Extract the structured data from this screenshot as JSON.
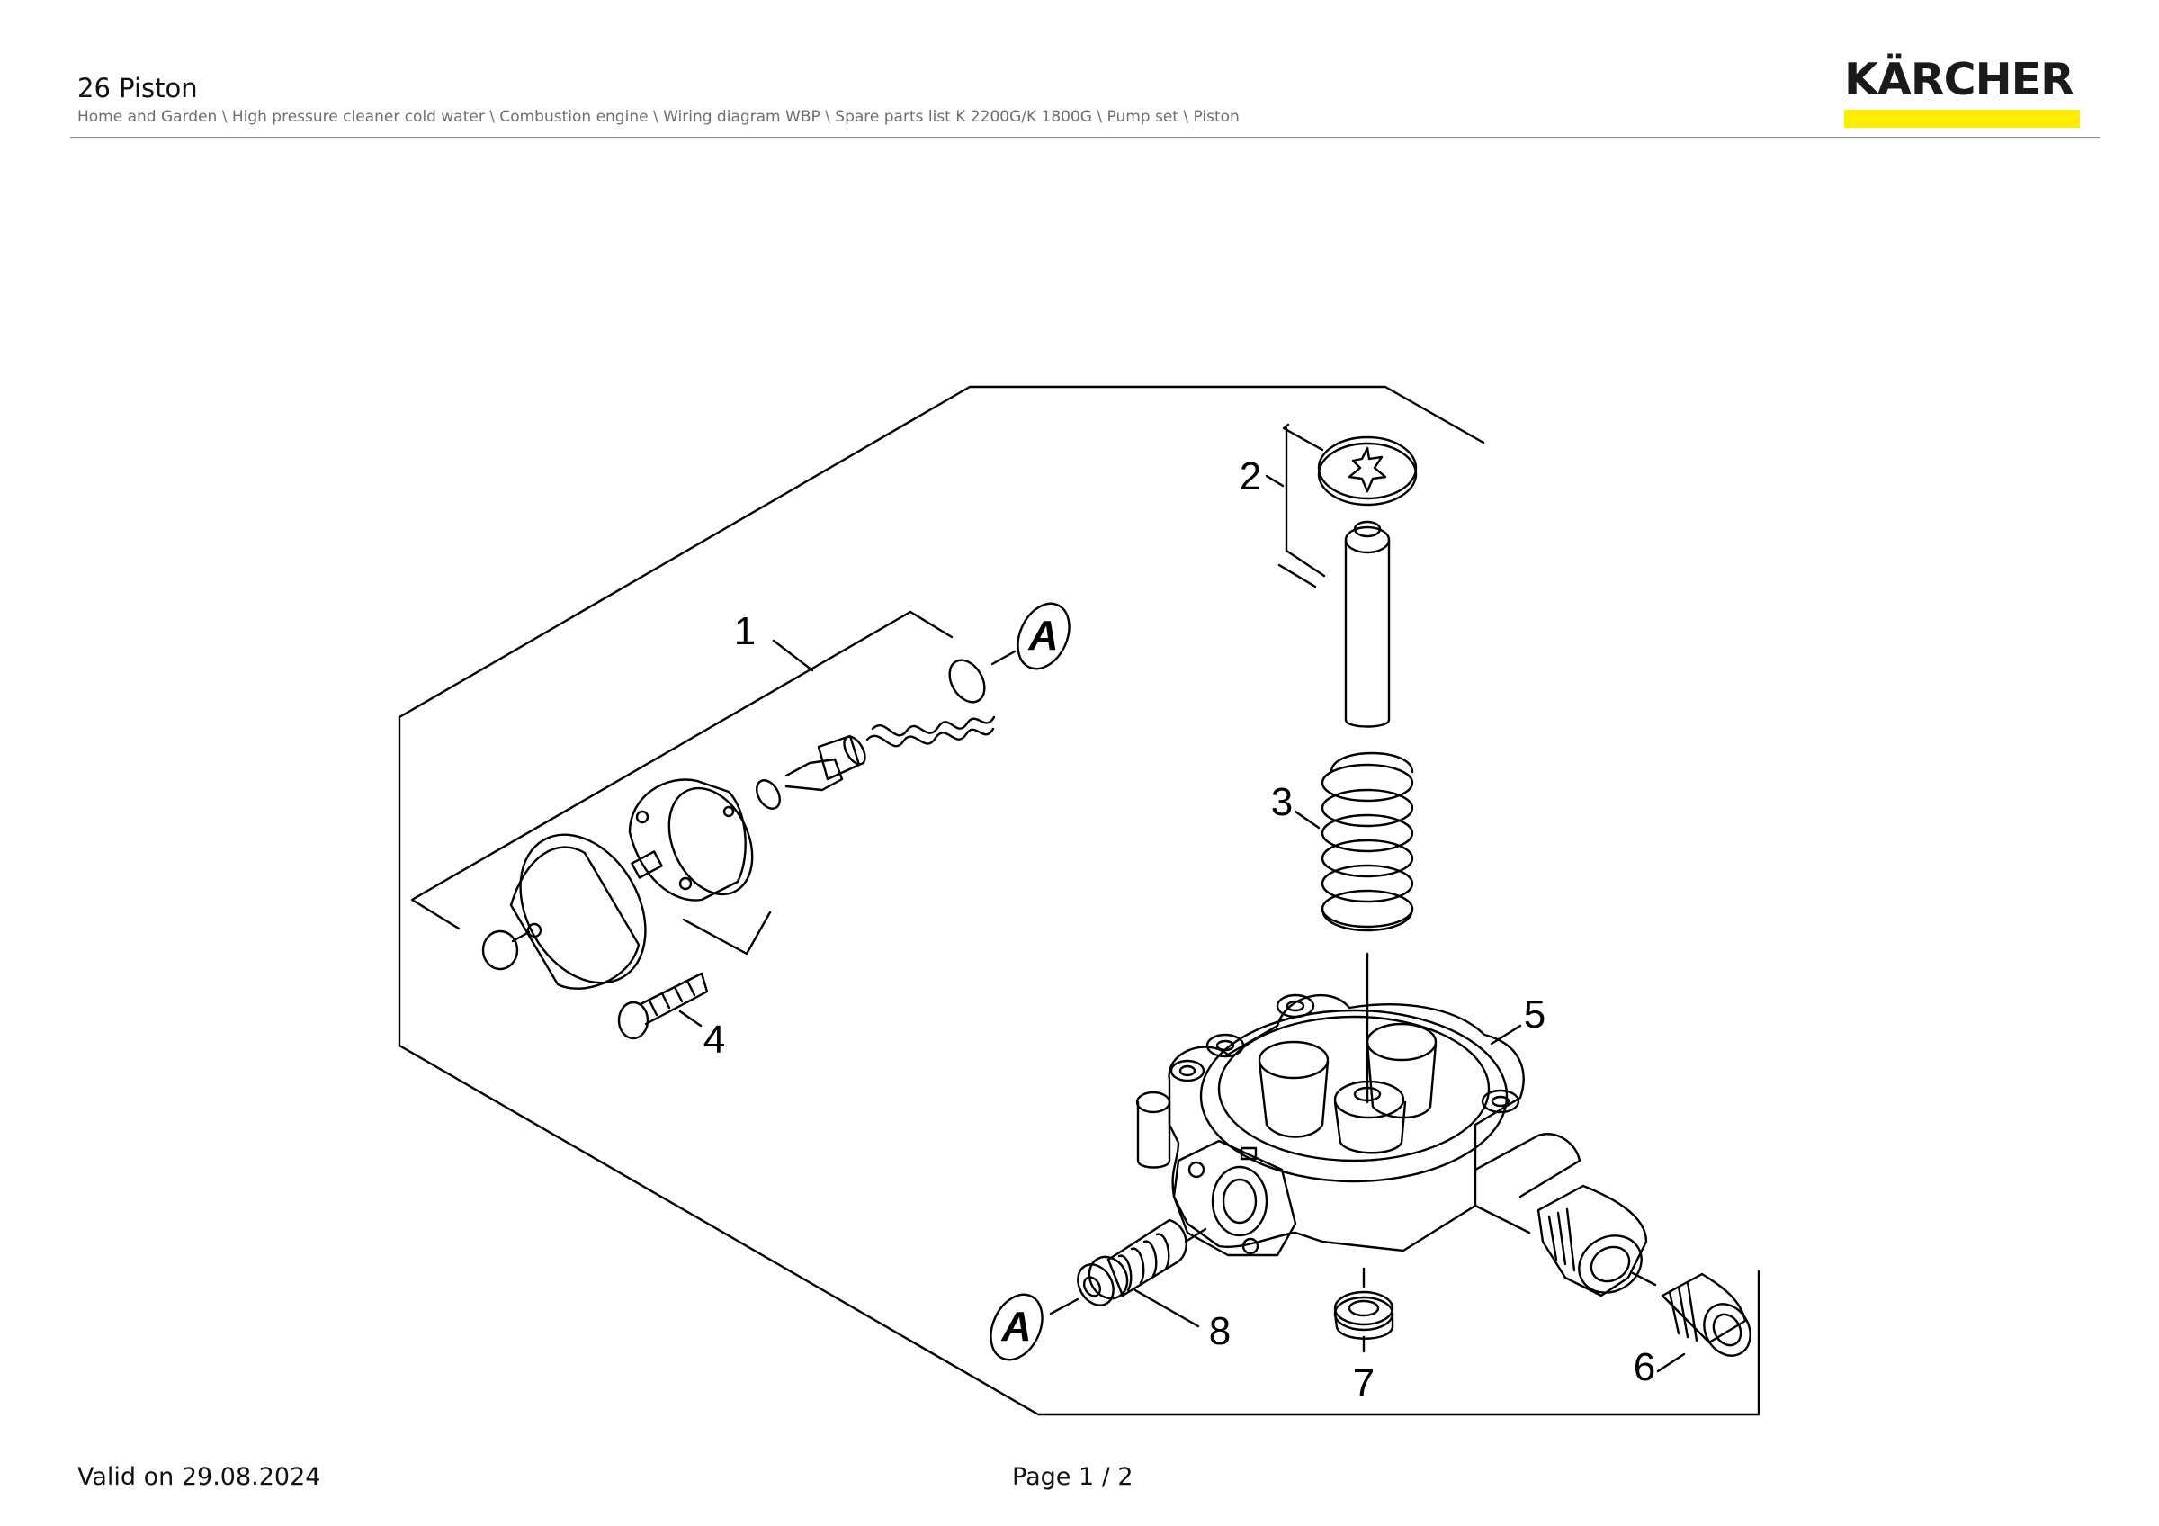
{
  "header": {
    "title": "26 Piston",
    "breadcrumb": "Home and Garden \\ High pressure cleaner cold water \\ Combustion engine \\ Wiring diagram WBP \\ Spare parts list K 2200G/K 1800G \\ Pump set \\ Piston"
  },
  "logo": {
    "text": "KÄRCHER",
    "bar_color": "#ffed00"
  },
  "drawing": {
    "callouts": [
      "1",
      "2",
      "3",
      "4",
      "5",
      "6",
      "7",
      "8"
    ],
    "marker": "A"
  },
  "footer": {
    "valid": "Valid on 29.08.2024",
    "page": "Page 1 / 2"
  }
}
